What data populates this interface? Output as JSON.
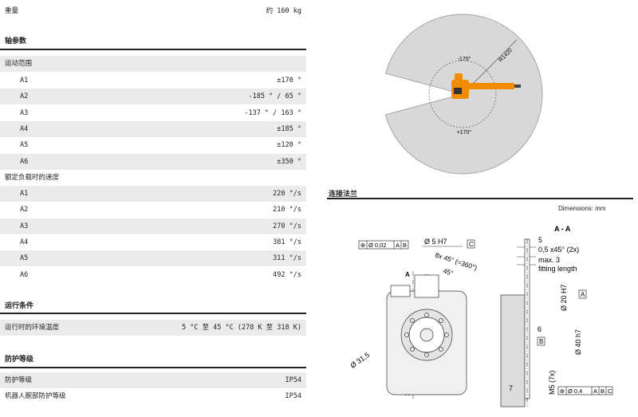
{
  "left_table": {
    "weight": {
      "label": "重量",
      "value": "约 160 kg"
    },
    "axis_section": "轴参数",
    "range_header": "运动范围",
    "ranges": [
      {
        "axis": "A1",
        "value": "±170 °"
      },
      {
        "axis": "A2",
        "value": "-185 ° / 65 °"
      },
      {
        "axis": "A3",
        "value": "-137 ° / 163 °"
      },
      {
        "axis": "A4",
        "value": "±185 °"
      },
      {
        "axis": "A5",
        "value": "±120 °"
      },
      {
        "axis": "A6",
        "value": "±350 °"
      }
    ],
    "speed_header": "额定负载时的速度",
    "speeds": [
      {
        "axis": "A1",
        "value": "220 °/s"
      },
      {
        "axis": "A2",
        "value": "210 °/s"
      },
      {
        "axis": "A3",
        "value": "270 °/s"
      },
      {
        "axis": "A4",
        "value": "381 °/s"
      },
      {
        "axis": "A5",
        "value": "311 °/s"
      },
      {
        "axis": "A6",
        "value": "492 °/s"
      }
    ],
    "operating_section": "运行条件",
    "ambient": {
      "label": "运行时的环境温度",
      "value": "5 °C 至 45 °C (278 K 至 318 K)"
    },
    "protection_section": "防护等级",
    "protection": [
      {
        "label": "防护等级",
        "value": "IP54"
      },
      {
        "label": "机器人腕部防护等级",
        "value": "IP54"
      }
    ]
  },
  "workspace": {
    "label_top": "-170°",
    "label_bottom": "+170°",
    "radius": "R1420",
    "fill": "#d8d8d8",
    "robot_color": "#f08c00"
  },
  "flange": {
    "title": "连接法兰",
    "dimensions_note": "Dimensions: mm",
    "labels": {
      "tol_left": "Ø 0,02",
      "ref_a": "A",
      "ref_b": "B",
      "hole": "Ø 5 H7",
      "ref_c": "C",
      "angle": "8x 45° (=360°)",
      "angle_45": "45°",
      "xm": "Xm",
      "section_mark": "A",
      "dia": "Ø 31,5",
      "section_title": "A - A",
      "dim5": "5",
      "chamfer": "0,5 x45° (2x)",
      "max3": "max. 3",
      "fitting": "fitting length",
      "d20": "Ø 20 H7",
      "d40": "Ø 40 h7",
      "dim6": "6",
      "m5": "M5 (7x)",
      "dim7": "7",
      "tol_bottom": "Ø 0,4",
      "ref_b2": "B",
      "ref_c2": "C"
    }
  }
}
